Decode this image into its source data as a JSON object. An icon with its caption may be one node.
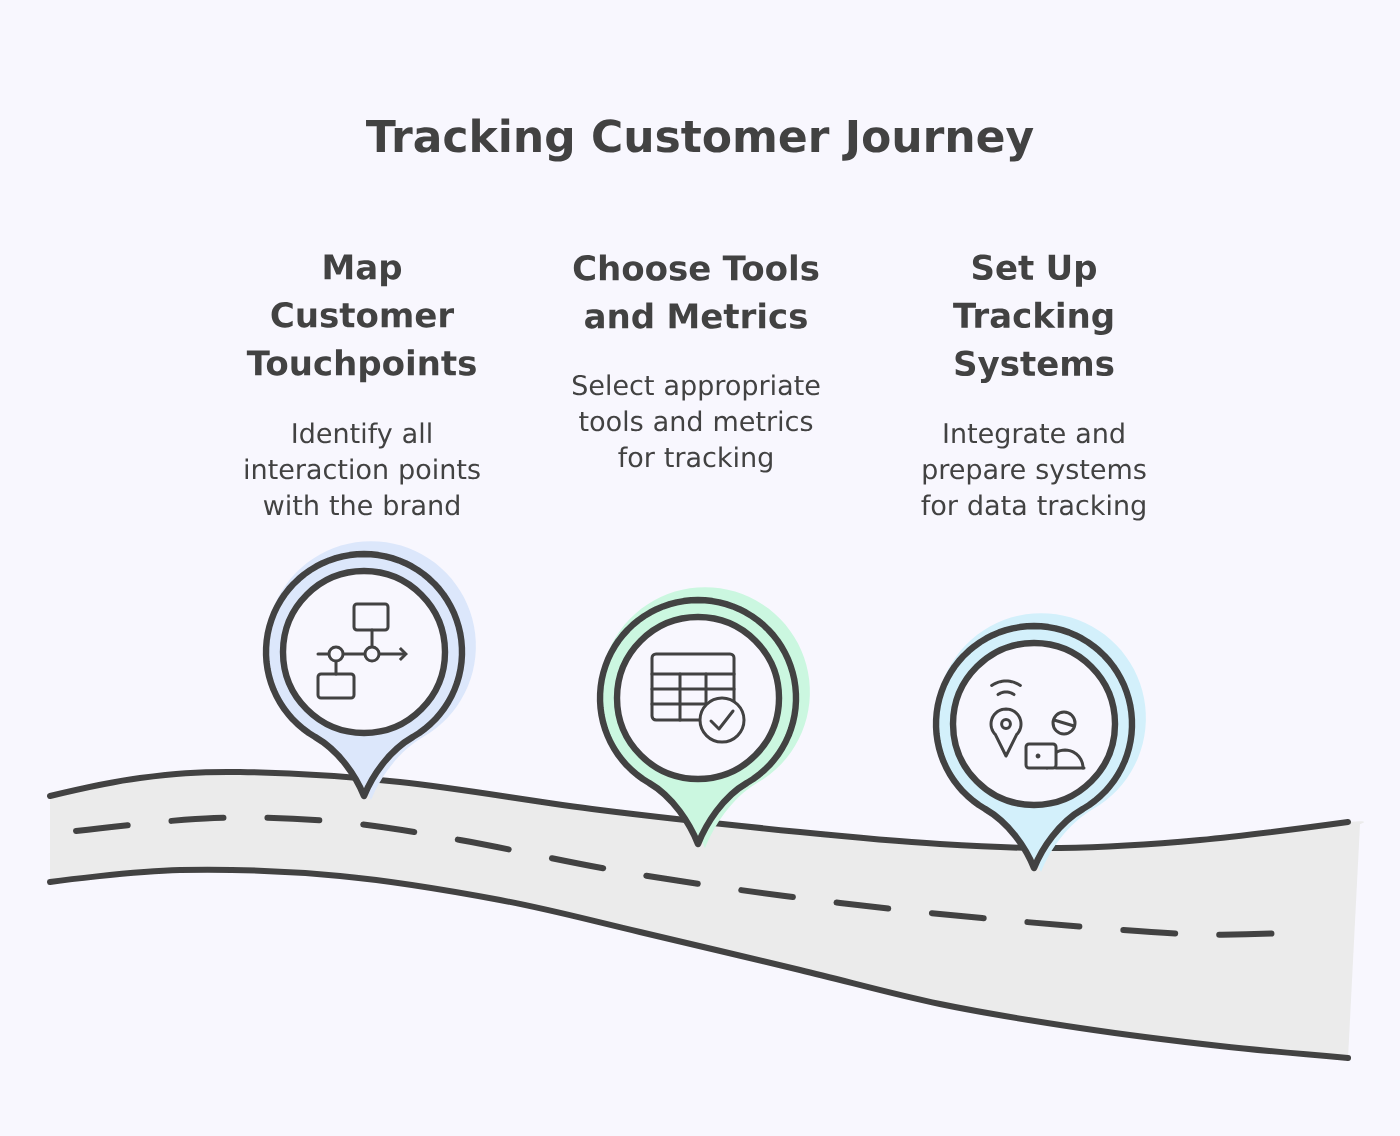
{
  "diagram": {
    "title": "Tracking Customer Journey",
    "nodes": [
      {
        "text": [],
        "shape": "pin",
        "beside": [
          "Map Customer Touchpoints",
          "Identify all interaction points with the brand"
        ]
      },
      {
        "text": [],
        "shape": "pin",
        "beside": [
          "Choose Tools and Metrics",
          "Select appropriate tools and metrics for tracking"
        ]
      },
      {
        "text": [],
        "shape": "pin",
        "beside": [
          "Set Up Tracking Systems",
          "Integrate and prepare systems for data tracking"
        ]
      }
    ]
  }
}
